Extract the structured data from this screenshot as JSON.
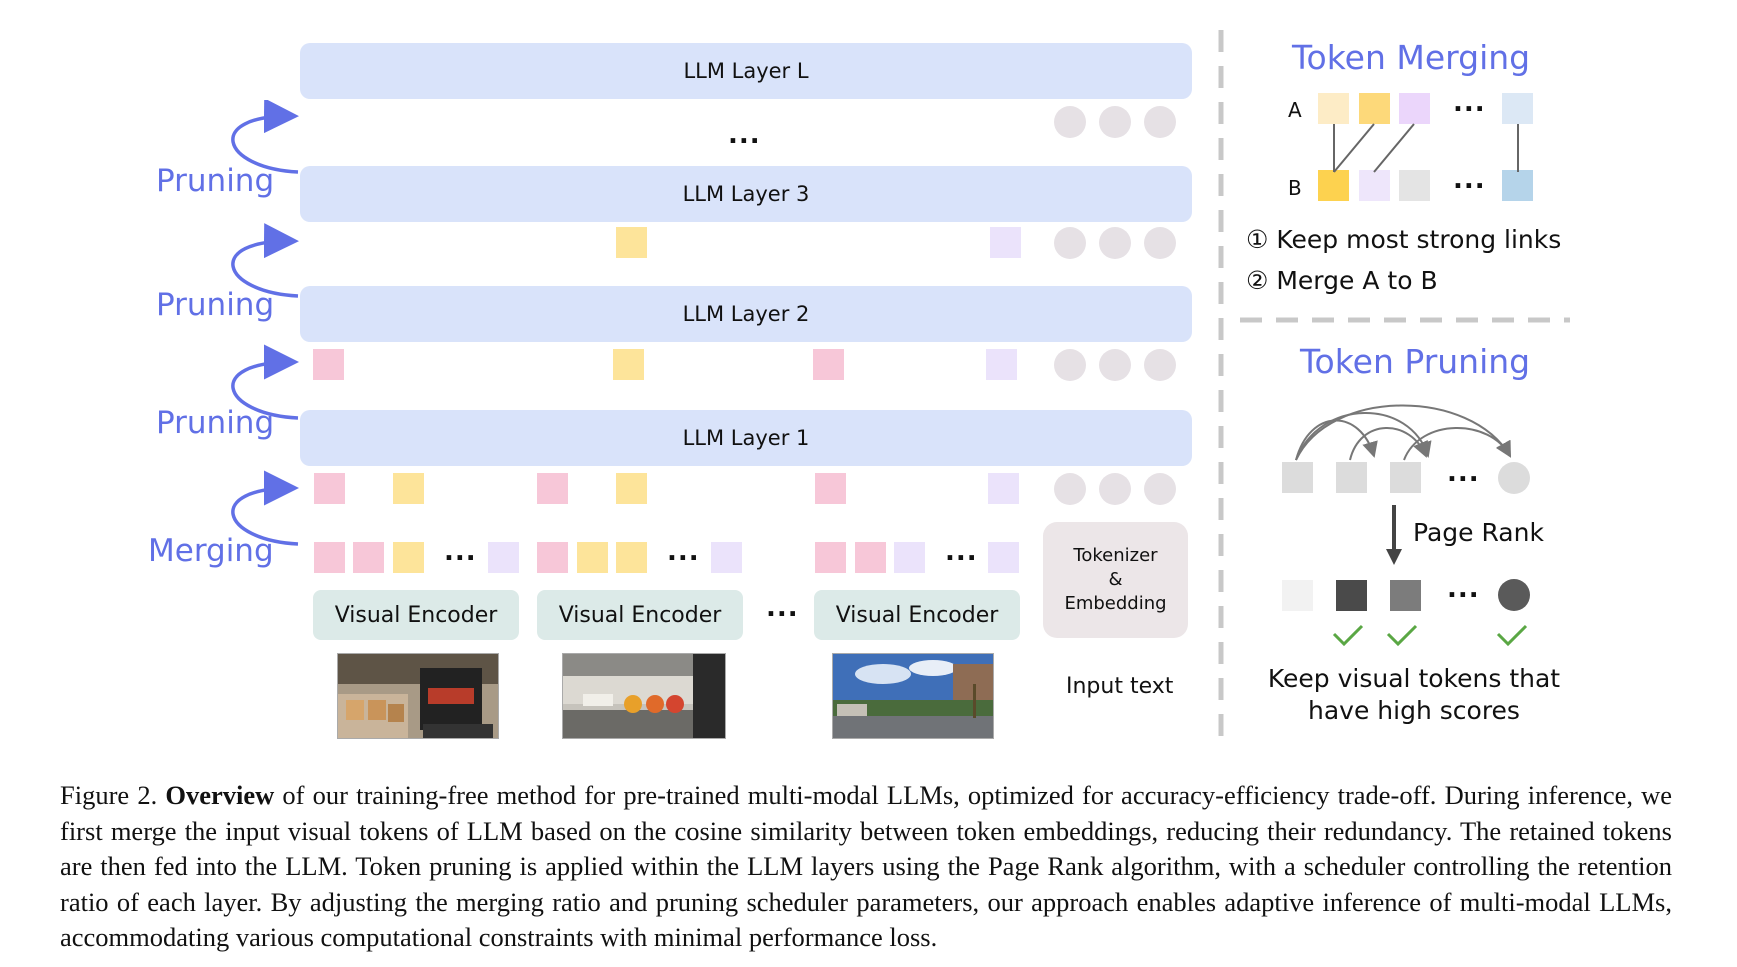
{
  "layers": {
    "l": "LLM Layer L",
    "l3": "LLM Layer 3",
    "l2": "LLM Layer 2",
    "l1": "LLM Layer 1"
  },
  "ellipsis": "...",
  "arrows": {
    "pruning": "Pruning",
    "merging": "Merging"
  },
  "encoders": {
    "visual_encoder": "Visual Encoder",
    "tokenizer_line1": "Tokenizer",
    "tokenizer_line2": "&",
    "tokenizer_line3": "Embedding",
    "input_text": "Input text"
  },
  "right_panel": {
    "merging_title": "Token Merging",
    "row_a": "A",
    "row_b": "B",
    "step1": "① Keep most strong links",
    "step2": "② Merge A to B",
    "pruning_title": "Token Pruning",
    "page_rank": "Page Rank",
    "keep_line1": "Keep visual tokens that",
    "keep_line2": "have high scores"
  },
  "caption": {
    "prefix": "Figure 2.",
    "bold": "Overview",
    "text": " of our training-free method for pre-trained multi-modal LLMs, optimized for accuracy-efficiency trade-off. During inference, we first merge the input visual tokens of LLM based on the cosine similarity between token embeddings, reducing their redundancy. The retained tokens are then fed into the LLM. Token pruning is applied within the LLM layers using the Page Rank algorithm, with a scheduler controlling the retention ratio of each layer. By adjusting the merging ratio and pruning scheduler parameters, our approach enables adaptive inference of multi-modal LLMs, accommodating various computational constraints with minimal performance loss."
  },
  "colors": {
    "accent": "#6170e6",
    "layer": "#d9e3fa",
    "pink": "#f7c7d8",
    "yellow": "#fde49a",
    "lavender": "#ebe3fb",
    "encoder": "#dceae8"
  }
}
